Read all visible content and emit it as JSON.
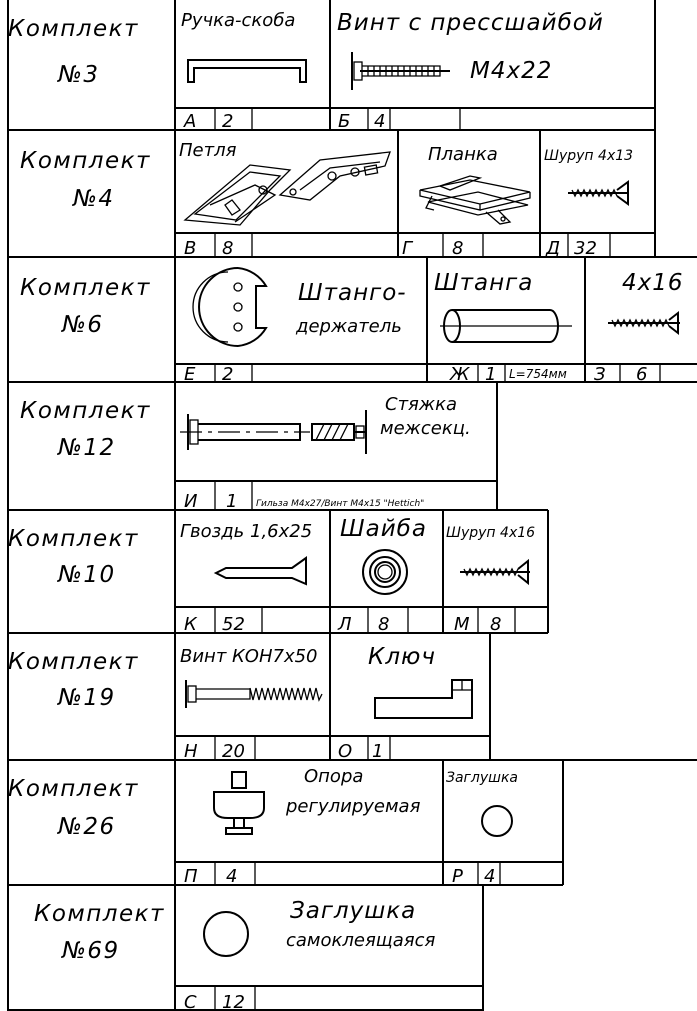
{
  "kits": [
    {
      "title": "Комплект",
      "number": "№3",
      "items": [
        {
          "name": "Ручка-скоба",
          "code": "А",
          "qty": "2",
          "icon": "handle-bracket-icon"
        },
        {
          "name": "Винт с прессшайбой",
          "spec": "М4х22",
          "code": "Б",
          "qty": "4",
          "icon": "washer-screw-icon"
        }
      ]
    },
    {
      "title": "Комплект",
      "number": "№4",
      "items": [
        {
          "name": "Петля",
          "code": "В",
          "qty": "8",
          "icon": "hinge-icon"
        },
        {
          "name": "Планка",
          "code": "Г",
          "qty": "8",
          "icon": "mounting-plate-icon"
        },
        {
          "name": "Шуруп 4х13",
          "code": "Д",
          "qty": "32",
          "icon": "screw-icon"
        }
      ]
    },
    {
      "title": "Комплект",
      "number": "№6",
      "items": [
        {
          "name_line1": "Штанго-",
          "name_line2": "держатель",
          "code": "Е",
          "qty": "2",
          "icon": "rod-holder-icon"
        },
        {
          "name": "Штанга",
          "code": "Ж",
          "qty": "1",
          "note": "L=754мм",
          "icon": "rod-icon"
        },
        {
          "name": "4х16",
          "code": "З",
          "qty": "6",
          "icon": "screw-icon"
        }
      ]
    },
    {
      "title": "Комплект",
      "number": "№12",
      "items": [
        {
          "name_line1": "Стяжка",
          "name_line2": "межсекц.",
          "code": "И",
          "qty": "1",
          "note": "Гильза М4х27/Винт М4х15 \"Hettich\"",
          "icon": "section-connector-icon"
        }
      ]
    },
    {
      "title": "Комплект",
      "number": "№10",
      "items": [
        {
          "name": "Гвоздь 1,6х25",
          "code": "К",
          "qty": "52",
          "icon": "nail-icon"
        },
        {
          "name": "Шайба",
          "code": "Л",
          "qty": "8",
          "icon": "washer-icon"
        },
        {
          "name": "Шуруп 4х16",
          "code": "М",
          "qty": "8",
          "icon": "screw-icon"
        }
      ]
    },
    {
      "title": "Комплект",
      "number": "№19",
      "items": [
        {
          "name": "Винт КОН7х50",
          "code": "Н",
          "qty": "20",
          "icon": "confirmat-screw-icon"
        },
        {
          "name": "Ключ",
          "code": "О",
          "qty": "1",
          "icon": "hex-key-icon"
        }
      ]
    },
    {
      "title": "Комплект",
      "number": "№26",
      "items": [
        {
          "name_line1": "Опора",
          "name_line2": "регулируемая",
          "code": "П",
          "qty": "4",
          "icon": "adjustable-foot-icon"
        },
        {
          "name": "Заглушка",
          "code": "Р",
          "qty": "4",
          "icon": "cap-icon"
        }
      ]
    },
    {
      "title": "Комплект",
      "number": "№69",
      "items": [
        {
          "name_line1": "Заглушка",
          "name_line2": "самоклеящаяся",
          "code": "С",
          "qty": "12",
          "icon": "adhesive-cap-icon"
        }
      ]
    }
  ]
}
